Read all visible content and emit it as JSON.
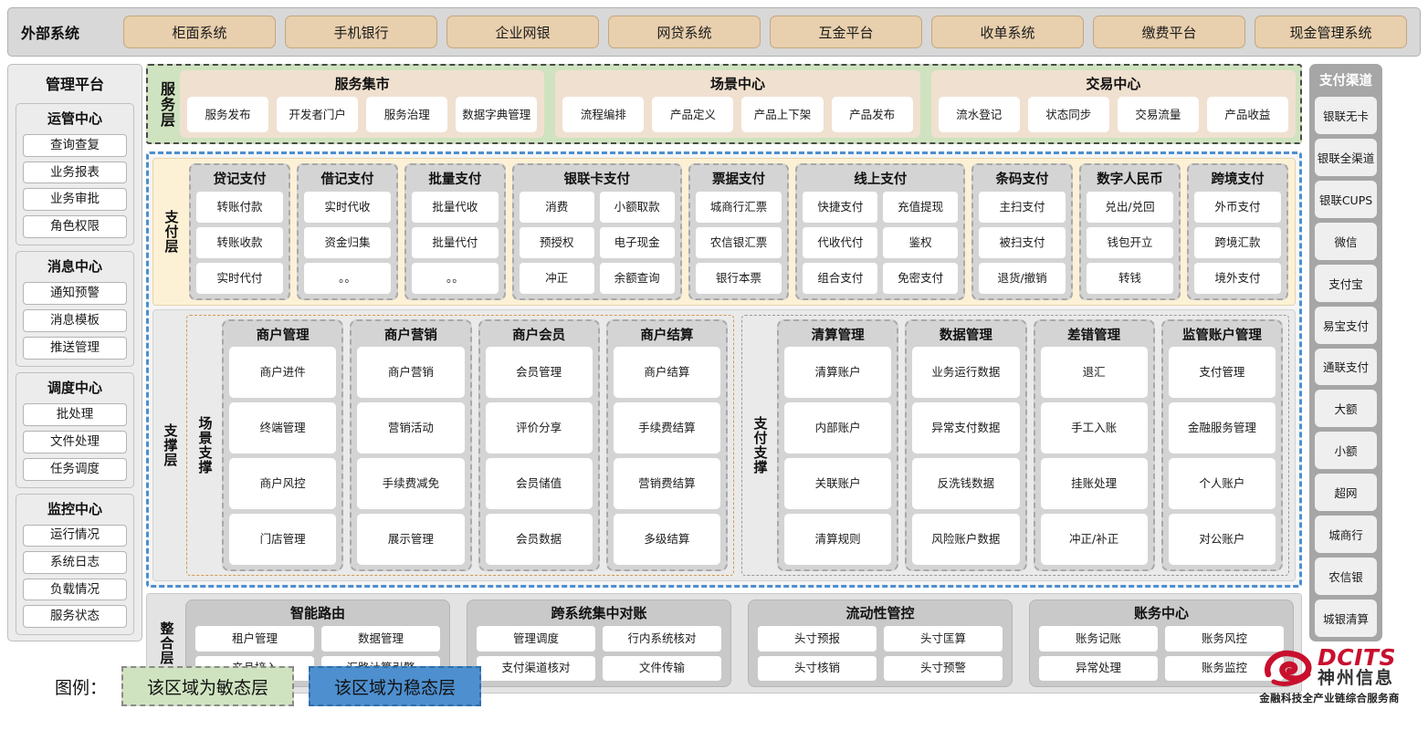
{
  "external": {
    "title": "外部系统",
    "items": [
      "柜面系统",
      "手机银行",
      "企业网银",
      "网贷系统",
      "互金平台",
      "收单系统",
      "缴费平台",
      "现金管理系统"
    ]
  },
  "admin": {
    "title": "管理平台",
    "groups": [
      {
        "title": "运管中心",
        "items": [
          "查询查复",
          "业务报表",
          "业务审批",
          "角色权限"
        ]
      },
      {
        "title": "消息中心",
        "items": [
          "通知预警",
          "消息模板",
          "推送管理"
        ]
      },
      {
        "title": "调度中心",
        "items": [
          "批处理",
          "文件处理",
          "任务调度"
        ]
      },
      {
        "title": "监控中心",
        "items": [
          "运行情况",
          "系统日志",
          "负载情况",
          "服务状态"
        ]
      }
    ]
  },
  "service_layer": {
    "label": "服务层",
    "groups": [
      {
        "title": "服务集市",
        "items": [
          "服务发布",
          "开发者门户",
          "服务治理",
          "数据字典管理"
        ]
      },
      {
        "title": "场景中心",
        "items": [
          "流程编排",
          "产品定义",
          "产品上下架",
          "产品发布"
        ]
      },
      {
        "title": "交易中心",
        "items": [
          "流水登记",
          "状态同步",
          "交易流量",
          "产品收益"
        ]
      }
    ]
  },
  "payment_layer": {
    "label": "支付层",
    "groups": [
      {
        "title": "贷记支付",
        "cols": 1,
        "rows": [
          [
            "转账付款"
          ],
          [
            "转账收款"
          ],
          [
            "实时代付"
          ]
        ]
      },
      {
        "title": "借记支付",
        "cols": 1,
        "rows": [
          [
            "实时代收"
          ],
          [
            "资金归集"
          ],
          [
            "。。"
          ]
        ]
      },
      {
        "title": "批量支付",
        "cols": 1,
        "rows": [
          [
            "批量代收"
          ],
          [
            "批量代付"
          ],
          [
            "。。"
          ]
        ]
      },
      {
        "title": "银联卡支付",
        "cols": 2,
        "rows": [
          [
            "消费",
            "小额取款"
          ],
          [
            "预授权",
            "电子现金"
          ],
          [
            "冲正",
            "余额查询"
          ]
        ]
      },
      {
        "title": "票据支付",
        "cols": 1,
        "rows": [
          [
            "城商行汇票"
          ],
          [
            "农信银汇票"
          ],
          [
            "银行本票"
          ]
        ]
      },
      {
        "title": "线上支付",
        "cols": 2,
        "rows": [
          [
            "快捷支付",
            "充值提现"
          ],
          [
            "代收代付",
            "鉴权"
          ],
          [
            "组合支付",
            "免密支付"
          ]
        ]
      },
      {
        "title": "条码支付",
        "cols": 1,
        "rows": [
          [
            "主扫支付"
          ],
          [
            "被扫支付"
          ],
          [
            "退货/撤销"
          ]
        ]
      },
      {
        "title": "数字人民币",
        "cols": 1,
        "rows": [
          [
            "兑出/兑回"
          ],
          [
            "钱包开立"
          ],
          [
            "转钱"
          ]
        ]
      },
      {
        "title": "跨境支付",
        "cols": 1,
        "rows": [
          [
            "外币支付"
          ],
          [
            "跨境汇款"
          ],
          [
            "境外支付"
          ]
        ]
      }
    ]
  },
  "support_layer": {
    "label": "支撑层",
    "sections": [
      {
        "label": "场景支撑",
        "groups": [
          {
            "title": "商户管理",
            "items": [
              "商户进件",
              "终端管理",
              "商户风控",
              "门店管理"
            ]
          },
          {
            "title": "商户营销",
            "items": [
              "商户营销",
              "营销活动",
              "手续费减免",
              "展示管理"
            ]
          },
          {
            "title": "商户会员",
            "items": [
              "会员管理",
              "评价分享",
              "会员储值",
              "会员数据"
            ]
          },
          {
            "title": "商户结算",
            "items": [
              "商户结算",
              "手续费结算",
              "营销费结算",
              "多级结算"
            ]
          }
        ]
      },
      {
        "label": "支付支撑",
        "groups": [
          {
            "title": "清算管理",
            "items": [
              "清算账户",
              "内部账户",
              "关联账户",
              "清算规则"
            ]
          },
          {
            "title": "数据管理",
            "items": [
              "业务运行数据",
              "异常支付数据",
              "反洗钱数据",
              "风险账户数据"
            ]
          },
          {
            "title": "差错管理",
            "items": [
              "退汇",
              "手工入账",
              "挂账处理",
              "冲正/补正"
            ]
          },
          {
            "title": "监管账户管理",
            "items": [
              "支付管理",
              "金融服务管理",
              "个人账户",
              "对公账户"
            ]
          }
        ]
      }
    ]
  },
  "integration_layer": {
    "label": "整合层",
    "groups": [
      {
        "title": "智能路由",
        "rows": [
          [
            "租户管理",
            "数据管理"
          ],
          [
            "产品接入",
            "汇路计算引擎"
          ]
        ]
      },
      {
        "title": "跨系统集中对账",
        "rows": [
          [
            "管理调度",
            "行内系统核对"
          ],
          [
            "支付渠道核对",
            "文件传输"
          ]
        ]
      },
      {
        "title": "流动性管控",
        "rows": [
          [
            "头寸预报",
            "头寸匡算"
          ],
          [
            "头寸核销",
            "头寸预警"
          ]
        ]
      },
      {
        "title": "账务中心",
        "rows": [
          [
            "账务记账",
            "账务风控"
          ],
          [
            "异常处理",
            "账务监控"
          ]
        ]
      }
    ]
  },
  "channels": {
    "title": "支付渠道",
    "items": [
      "银联无卡",
      "银联全渠道",
      "银联CUPS",
      "微信",
      "支付宝",
      "易宝支付",
      "通联支付",
      "大额",
      "小额",
      "超网",
      "城商行",
      "农信银",
      "城银清算"
    ]
  },
  "legend": {
    "label": "图例：",
    "agile": "该区域为敏态层",
    "stable": "该区域为稳态层"
  },
  "logo": {
    "en": "DCITS",
    "cn": "神州信息",
    "tagline": "金融科技全产业链综合服务商"
  },
  "colors": {
    "agile_green": "#cfe3c0",
    "stable_blue": "#4d8fcf",
    "external_chip": "#e8cfad",
    "payment_beige": "#fdf1d5",
    "brand_red": "#c8102e"
  }
}
